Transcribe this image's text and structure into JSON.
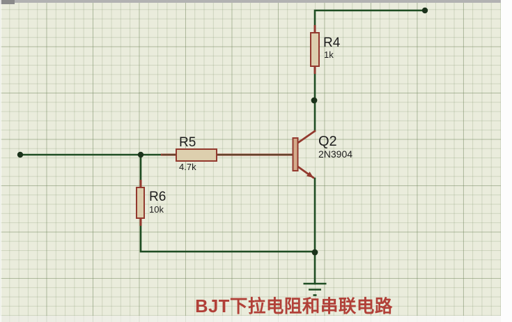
{
  "title": {
    "text": "BJT下拉电阻和串联电路"
  },
  "schematic": {
    "components": {
      "r4": {
        "ref": "R4",
        "value": "1k",
        "type": "resistor"
      },
      "r5": {
        "ref": "R5",
        "value": "4.7k",
        "type": "resistor"
      },
      "r6": {
        "ref": "R6",
        "value": "10k",
        "type": "resistor"
      },
      "q2": {
        "ref": "Q2",
        "value": "2N3904",
        "type": "npn-transistor"
      }
    },
    "symbols": [
      "ground"
    ]
  },
  "colors": {
    "canvas_background": "#eaecdc",
    "grid_line": "#c7d0b6",
    "wire_green": "#1e4c22",
    "component_red": "#93392e",
    "resistor_fill": "#ddcfae",
    "transistor_fill": "#d5ab8b",
    "junction_dot": "#1b321b",
    "label_text": "#1d1d1d",
    "title_red": "#b14038"
  }
}
